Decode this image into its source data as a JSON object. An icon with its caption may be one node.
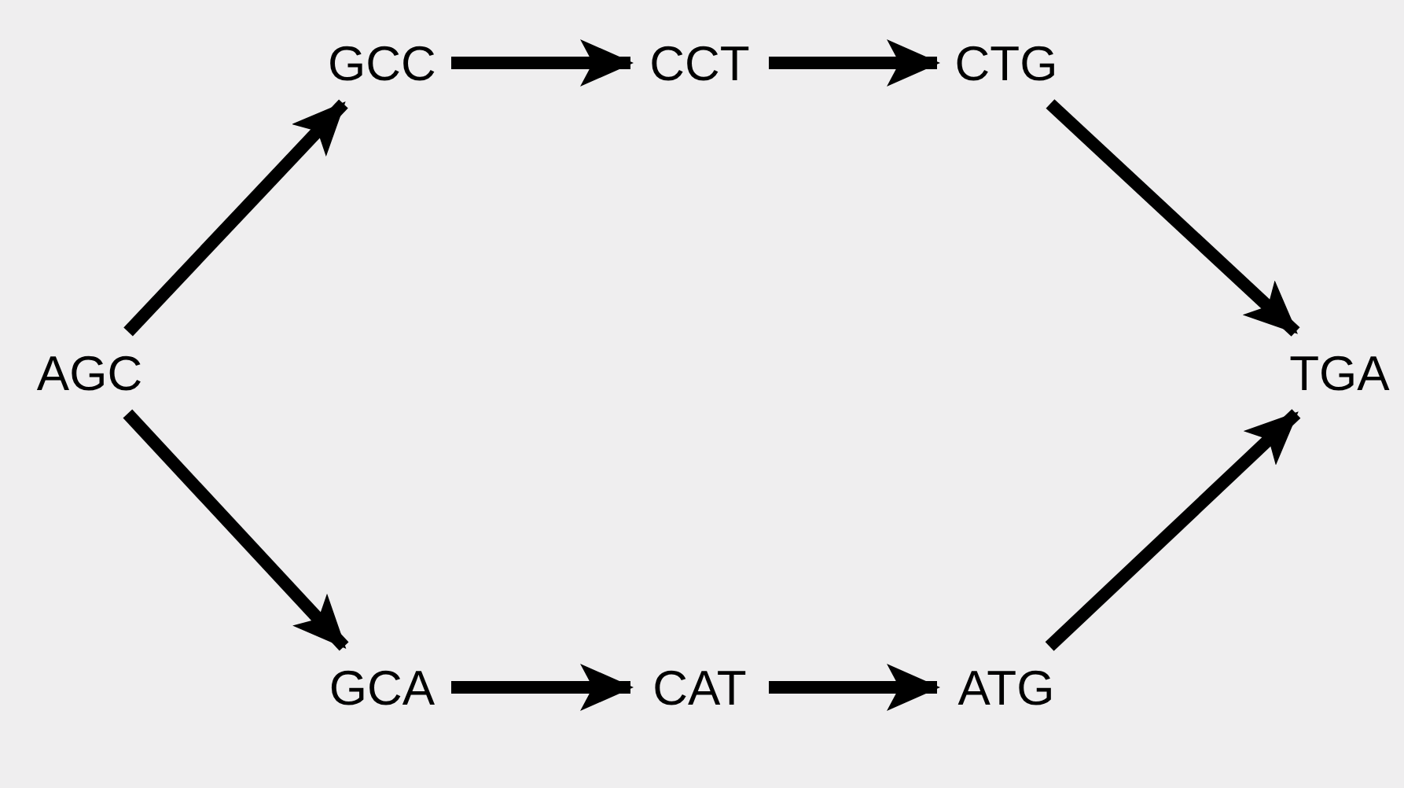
{
  "diagram": {
    "nodes": [
      {
        "text": [
          "AGC"
        ]
      },
      {
        "text": [
          "GCC"
        ]
      },
      {
        "text": [
          "CCT"
        ]
      },
      {
        "text": [
          "CTG"
        ]
      },
      {
        "text": [
          "TGA"
        ]
      },
      {
        "text": [
          "GCA"
        ]
      },
      {
        "text": [
          "CAT"
        ]
      },
      {
        "text": [
          "ATG"
        ]
      }
    ],
    "edges": [
      {
        "from": 0,
        "to": 1,
        "arrow": "to"
      },
      {
        "from": 1,
        "to": 2,
        "arrow": "to"
      },
      {
        "from": 2,
        "to": 3,
        "arrow": "to"
      },
      {
        "from": 3,
        "to": 4,
        "arrow": "to"
      },
      {
        "from": 0,
        "to": 5,
        "arrow": "to"
      },
      {
        "from": 5,
        "to": 6,
        "arrow": "to"
      },
      {
        "from": 6,
        "to": 7,
        "arrow": "to"
      },
      {
        "from": 7,
        "to": 4,
        "arrow": "to"
      }
    ]
  }
}
